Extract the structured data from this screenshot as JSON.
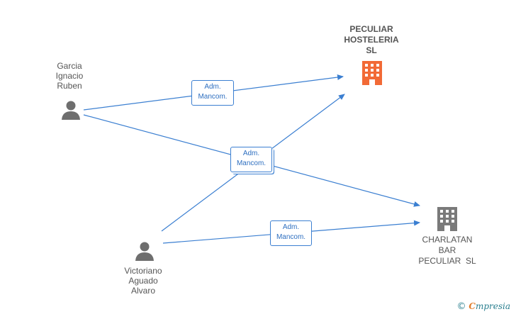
{
  "nodes": {
    "company_main": {
      "lines": [
        "PECULIAR",
        "HOSTELERIA",
        "SL"
      ],
      "color": "#f26a36"
    },
    "company_second": {
      "lines": [
        "CHARLATAN",
        "BAR",
        "PECULIAR  SL"
      ],
      "color": "#7a7a7a"
    },
    "person_garcia": {
      "lines": [
        "Garcia",
        "Ignacio",
        "Ruben"
      ]
    },
    "person_victoriano": {
      "lines": [
        "Victoriano",
        "Aguado",
        "Alvaro"
      ]
    }
  },
  "edges": {
    "garcia_to_main": {
      "line1": "Adm.",
      "line2": "Mancom."
    },
    "shared": {
      "line1": "Adm.",
      "line2": "Mancom."
    },
    "victoriano_to_second": {
      "line1": "Adm.",
      "line2": "Mancom."
    }
  },
  "colors": {
    "edge": "#3b7fd1",
    "person_icon": "#6e6e6e"
  },
  "watermark": {
    "copyright": "©",
    "brand_initial": "C",
    "brand_rest": "mpresia"
  }
}
